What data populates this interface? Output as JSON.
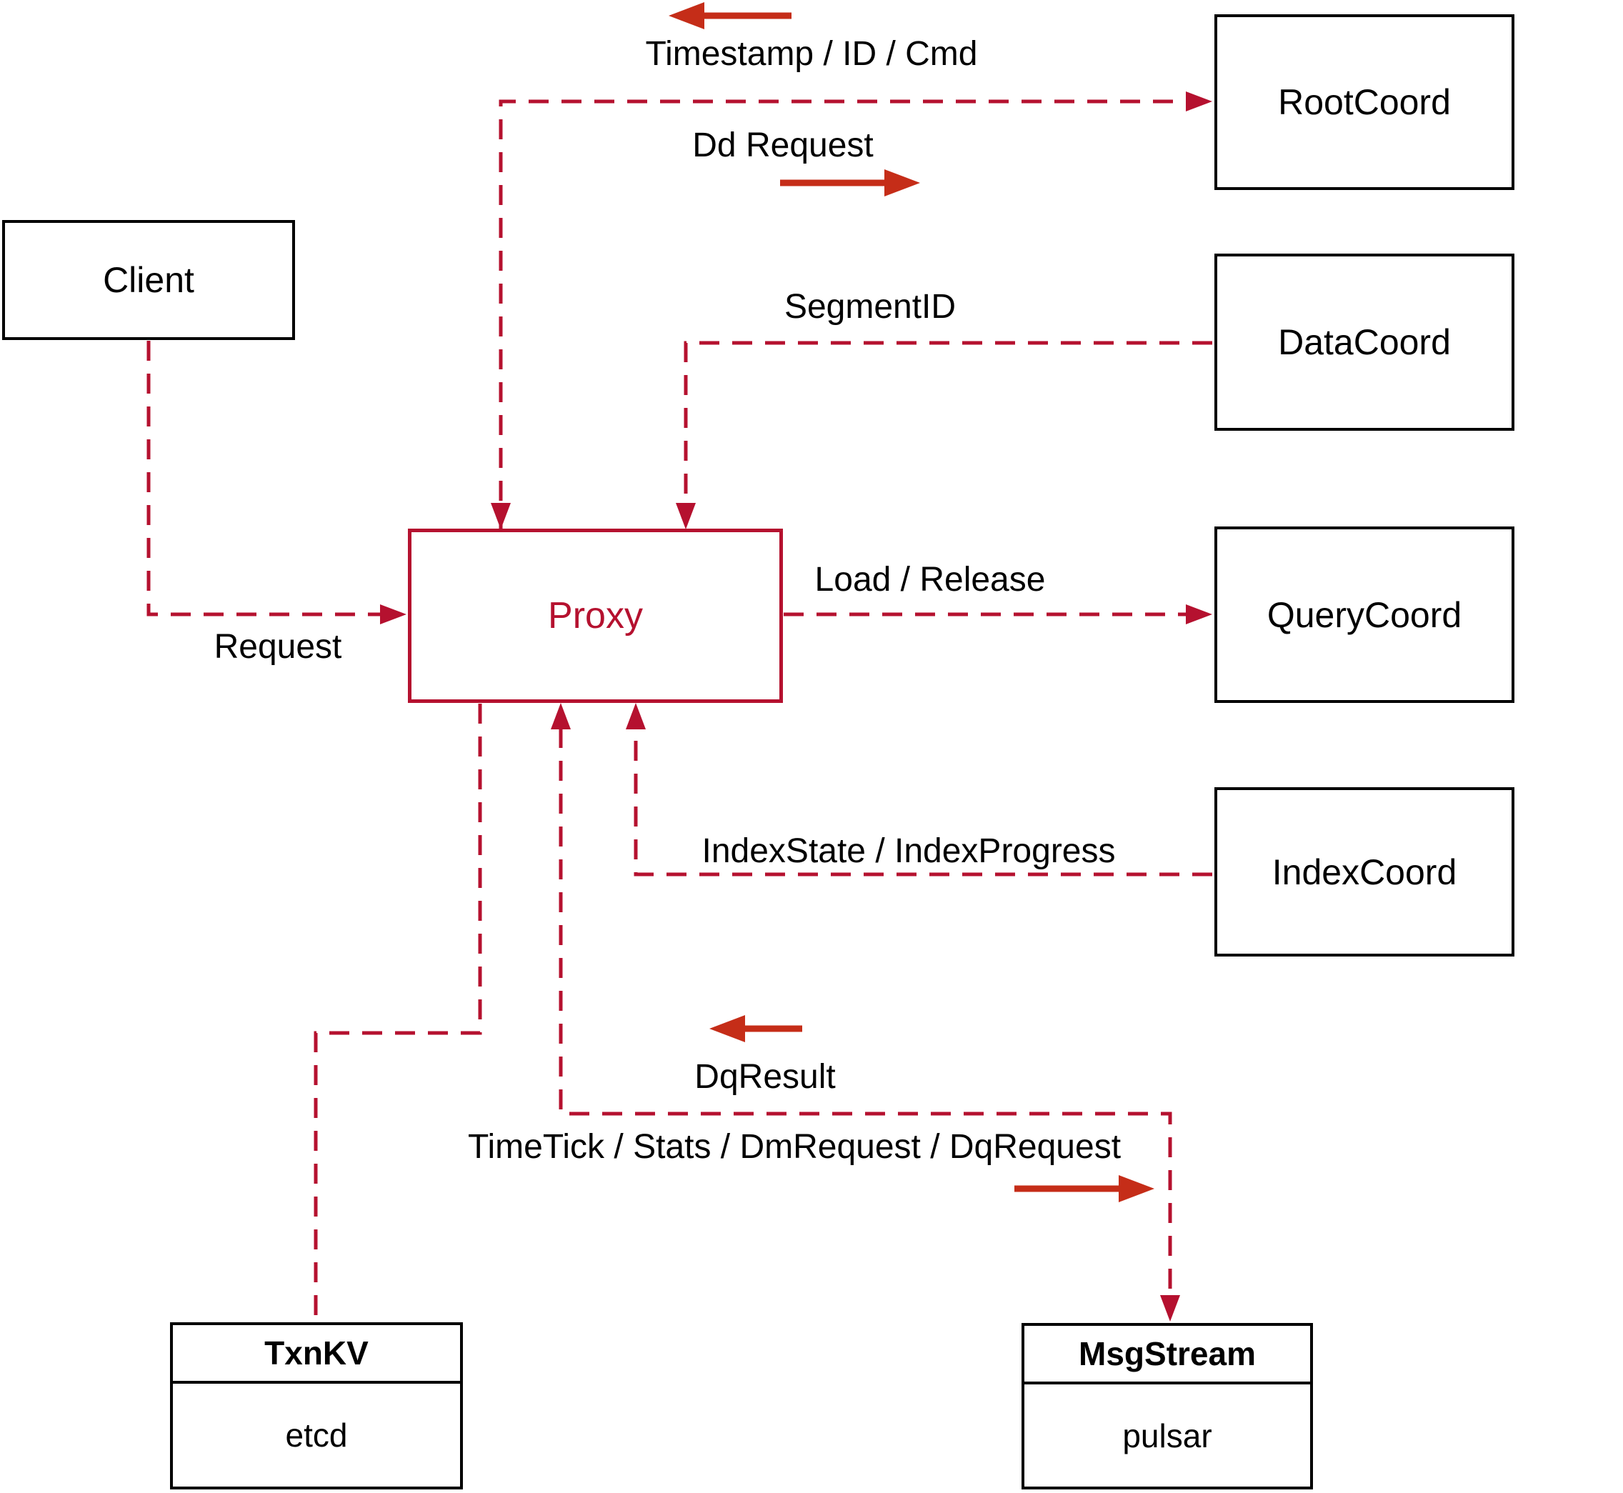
{
  "colors": {
    "line_crimson": "#b5112f",
    "arrow_red": "#c52d18",
    "box_black": "#000000",
    "background": "#ffffff"
  },
  "nodes": {
    "client": {
      "label": "Client"
    },
    "proxy": {
      "label": "Proxy"
    },
    "rootcoord": {
      "label": "RootCoord"
    },
    "datacoord": {
      "label": "DataCoord"
    },
    "querycoord": {
      "label": "QueryCoord"
    },
    "indexcoord": {
      "label": "IndexCoord"
    },
    "txnkv": {
      "title": "TxnKV",
      "subtitle": "etcd"
    },
    "msgstream": {
      "title": "MsgStream",
      "subtitle": "pulsar"
    }
  },
  "edge_labels": {
    "timestamp_id_cmd": "Timestamp / ID / Cmd",
    "dd_request": "Dd Request",
    "segment_id": "SegmentID",
    "load_release": "Load / Release",
    "request": "Request",
    "index_state": "IndexState / IndexProgress",
    "dq_result": "DqResult",
    "time_tick": "TimeTick / Stats / DmRequest / DqRequest"
  }
}
